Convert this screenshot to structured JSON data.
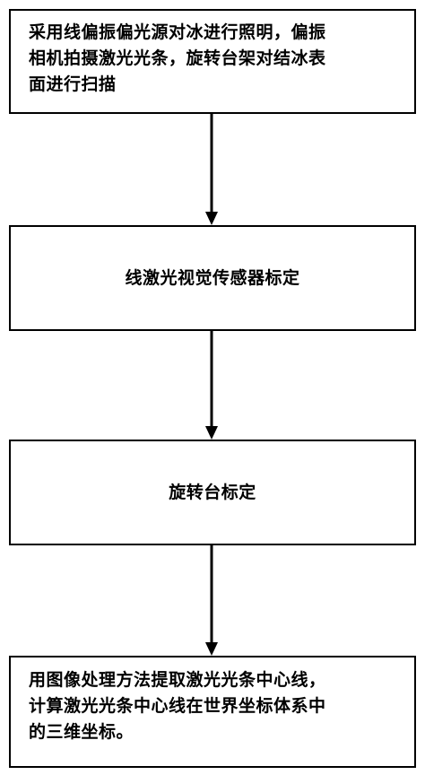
{
  "flowchart": {
    "steps": [
      {
        "lines": [
          "采用线偏振偏光源对冰进行照明，偏振",
          "相机拍摄激光光条，旋转台架对结冰表",
          "面进行扫描"
        ]
      },
      {
        "lines": [
          "线激光视觉传感器标定"
        ]
      },
      {
        "lines": [
          "旋转台标定"
        ]
      },
      {
        "lines": [
          "用图像处理方法提取激光光条中心线，",
          "计算激光光条中心线在世界坐标体系中",
          "的三维坐标。"
        ]
      }
    ]
  }
}
